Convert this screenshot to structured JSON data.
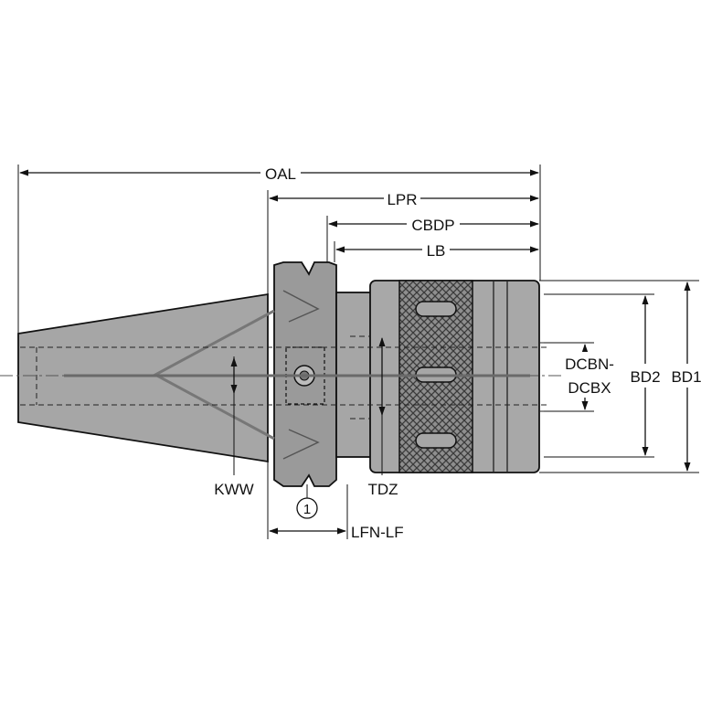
{
  "colors": {
    "body_fill": "#a6a6a6",
    "flange_fill": "#9a9a9a",
    "knurl_fill": "#8a8a8a",
    "line": "#111111",
    "background": "#ffffff"
  },
  "dimensions": {
    "oal": "OAL",
    "lpr": "LPR",
    "cbdp": "CBDP",
    "lb": "LB",
    "bd1": "BD1",
    "bd2": "BD2",
    "dcbn_line1": "DCBN-",
    "dcbn_line2": "DCBX",
    "kww": "KWW",
    "tdz": "TDZ",
    "lfn": "LFN-LF"
  },
  "callout": {
    "number": "1"
  }
}
